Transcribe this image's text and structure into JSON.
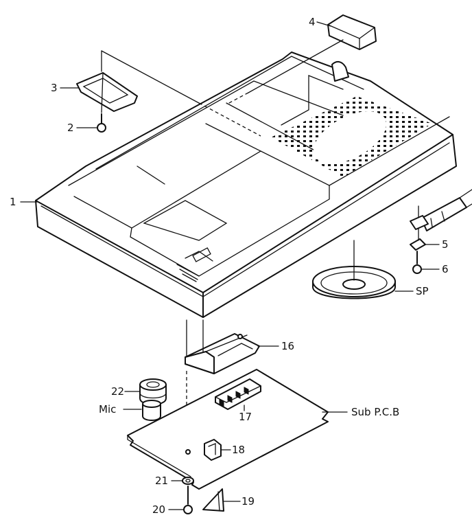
{
  "labels": {
    "p1": "1",
    "p2": "2",
    "p3": "3",
    "p4": "4",
    "p5": "5",
    "p6": "6",
    "sp": "SP",
    "p16": "16",
    "p17": "17",
    "p18": "18",
    "p19": "19",
    "p20": "20",
    "p21": "21",
    "p22": "22",
    "mic": "Mic",
    "subpcb": "Sub P.C.B"
  }
}
